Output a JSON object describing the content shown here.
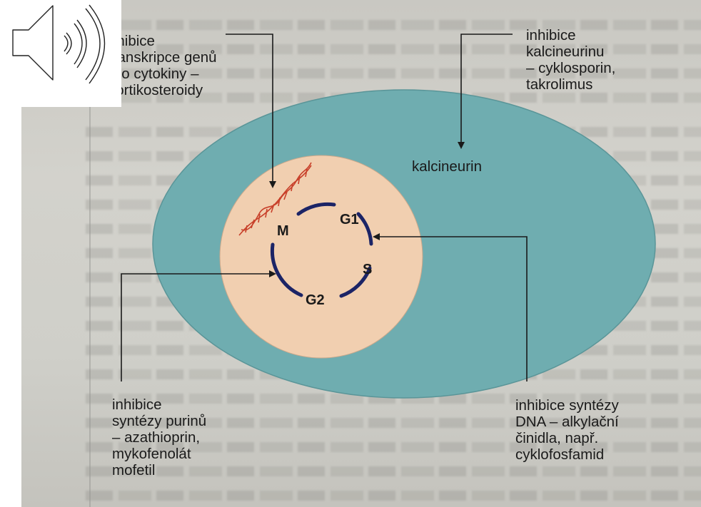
{
  "labels": {
    "top_left": "nhibice\ntranskripce genů\npro cytokiny –\nkortikosteroidy",
    "top_right": "inhibice\nkalcineurinu\n– cyklosporin,\ntakrolimus",
    "calcineurin": "kalcineurin",
    "bottom_left": "inhibice\nsyntézy purinů\n– azathioprin,\nmykofenolát\nmofetil",
    "bottom_right": "inhibice syntézy\nDNA – alkylační\nčinidla, např.\ncyklofosfamid"
  },
  "cell_cycle": {
    "g1": "G1",
    "s": "S",
    "g2": "G2",
    "m": "M"
  },
  "colors": {
    "outer_cell": "#6fadb0",
    "nucleus": "#f1cfb0",
    "cycle_arc": "#1c2466",
    "dna": "#c8402a"
  },
  "icons": {
    "audio": "speaker-icon"
  }
}
